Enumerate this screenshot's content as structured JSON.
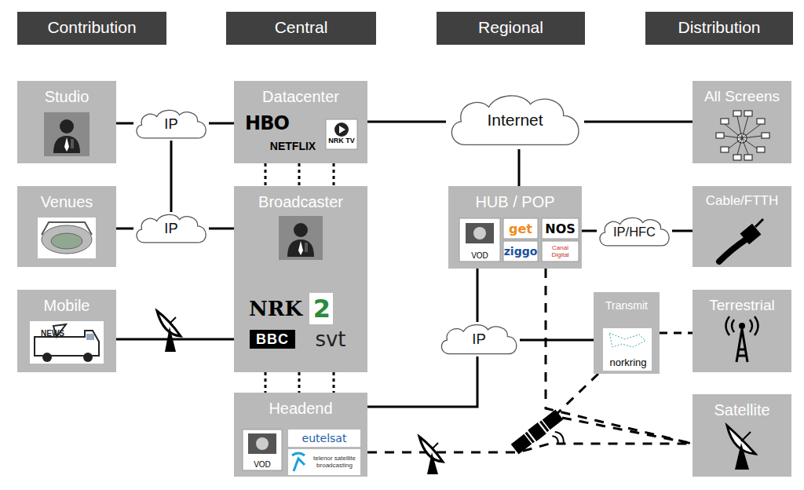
{
  "diagram": {
    "nodes": [
      {
        "text": [
          "Contribution"
        ]
      },
      {
        "text": [
          "Central"
        ]
      },
      {
        "text": [
          "Regional"
        ]
      },
      {
        "text": [
          "Distribution"
        ]
      },
      {
        "text": [
          "Studio"
        ]
      },
      {
        "text": [
          "IP"
        ]
      },
      {
        "text": [
          "Datacenter"
        ]
      },
      {
        "text": [
          "Internet"
        ]
      },
      {
        "text": [
          "All Screens"
        ]
      },
      {
        "text": [
          "Venues"
        ]
      },
      {
        "text": [
          "IP"
        ]
      },
      {
        "text": [
          "Broadcaster"
        ]
      },
      {
        "text": [
          "HUB / POP"
        ]
      },
      {
        "text": [
          "IP/HFC"
        ]
      },
      {
        "text": [
          "Cable/FTTH"
        ]
      },
      {
        "text": [
          "Mobile"
        ]
      },
      {
        "text": [
          "IP"
        ]
      },
      {
        "text": [
          "Transmit"
        ]
      },
      {
        "text": [
          "Terrestrial"
        ]
      },
      {
        "text": [
          "Headend"
        ]
      },
      {
        "text": [
          "Satellite"
        ]
      }
    ],
    "edges": [
      {
        "from": 4,
        "to": 5,
        "arrow": "none"
      },
      {
        "from": 5,
        "to": 6,
        "arrow": "none"
      },
      {
        "from": 5,
        "to": 10,
        "arrow": "none"
      },
      {
        "from": 9,
        "to": 10,
        "arrow": "none"
      },
      {
        "from": 10,
        "to": 11,
        "arrow": "none"
      },
      {
        "from": 15,
        "to": 11,
        "arrow": "none"
      },
      {
        "from": 6,
        "to": 11,
        "arrow": "none"
      },
      {
        "from": 11,
        "to": 19,
        "arrow": "none"
      },
      {
        "from": 6,
        "to": 7,
        "arrow": "none"
      },
      {
        "from": 7,
        "to": 8,
        "arrow": "none"
      },
      {
        "from": 7,
        "to": 12,
        "arrow": "none"
      },
      {
        "from": 12,
        "to": 13,
        "arrow": "none"
      },
      {
        "from": 13,
        "to": 14,
        "arrow": "none"
      },
      {
        "from": 12,
        "to": 16,
        "arrow": "none"
      },
      {
        "from": 16,
        "to": 17,
        "arrow": "none"
      },
      {
        "from": 19,
        "to": 16,
        "arrow": "none"
      },
      {
        "from": 17,
        "to": 18,
        "arrow": "none"
      },
      {
        "from": 19,
        "to": 20,
        "arrow": "none"
      },
      {
        "from": 12,
        "to": 20,
        "arrow": "none"
      },
      {
        "from": 17,
        "to": 20,
        "arrow": "none"
      }
    ],
    "labels": [
      "HBO",
      "NETFLIX",
      "NRK TV",
      "NRK",
      "2",
      "BBC",
      "svt",
      "VOD",
      "get",
      "NOS",
      "ziggo",
      "Canal Digital",
      "NEWS",
      "norkring",
      "VOD",
      "eutelsat",
      "telenor satellite broadcasting"
    ]
  }
}
